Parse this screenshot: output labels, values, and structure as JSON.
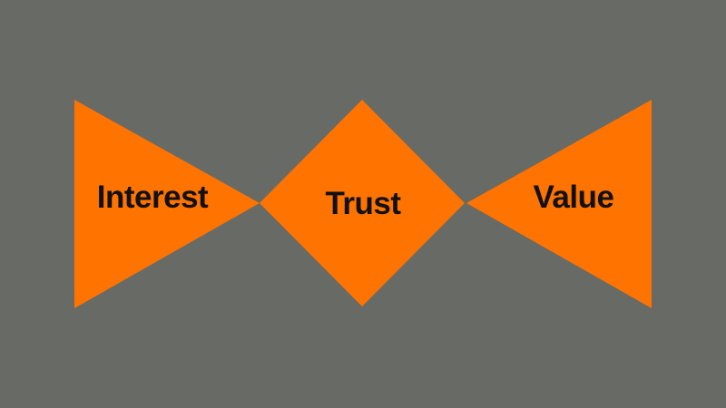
{
  "colors": {
    "background": "#686a65",
    "shape_fill": "#ff7300",
    "text": "#111111"
  },
  "diagram": {
    "shapes": [
      {
        "id": "interest",
        "type": "triangle-right",
        "label": "Interest"
      },
      {
        "id": "trust",
        "type": "diamond",
        "label": "Trust"
      },
      {
        "id": "value",
        "type": "triangle-left",
        "label": "Value"
      }
    ]
  }
}
